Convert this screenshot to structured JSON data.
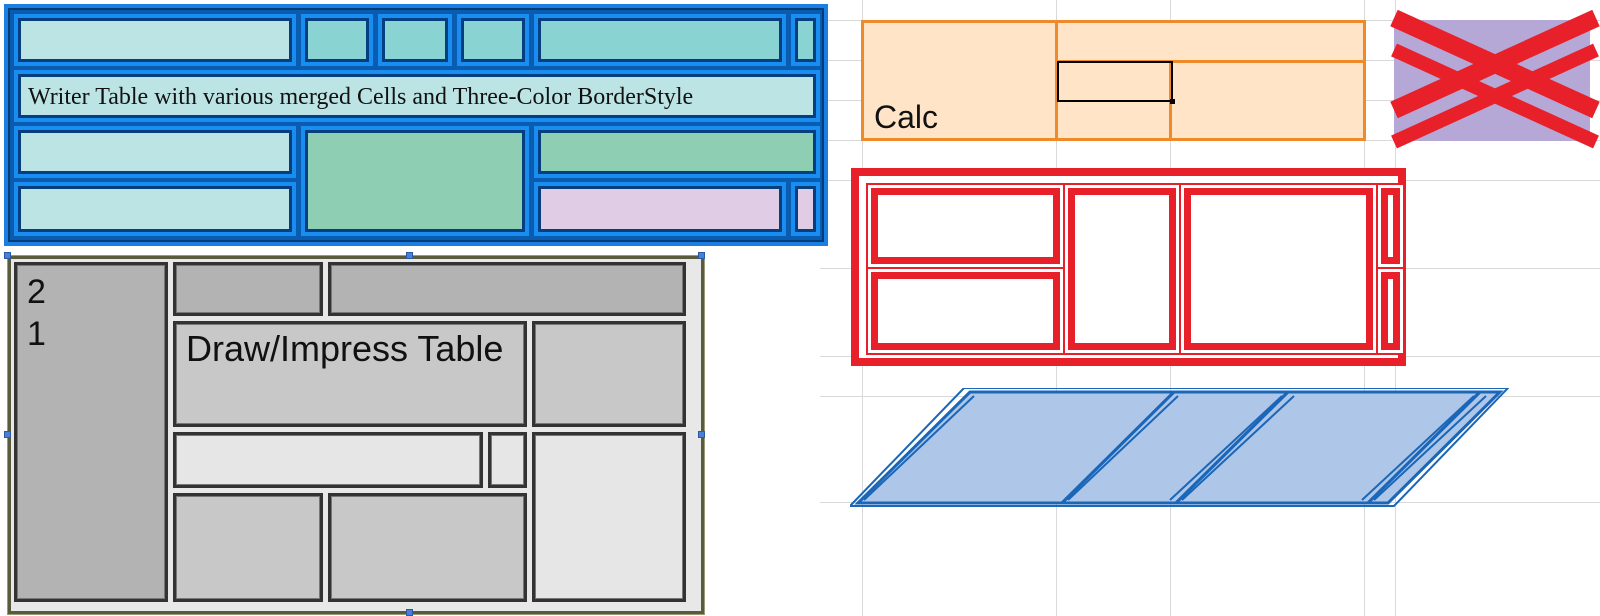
{
  "writer": {
    "label": "Writer Table with various merged Cells and Three-Color BorderStyle"
  },
  "draw": {
    "label": "Draw/Impress Table",
    "num_top": "2",
    "num_bottom": "1"
  },
  "calc": {
    "label": "Calc"
  },
  "colors": {
    "writer_border": "#1a7fe0",
    "cell_light": "#bde4e4",
    "cell_teal": "#8ad3d3",
    "cell_green": "#8ecfb4",
    "cell_lilac": "#e0cce4",
    "draw_border": "#333333",
    "calc_fill": "#ffe4c8",
    "calc_border": "#ef8a2a",
    "red_border": "#e8202a",
    "cross_fill": "#b6a8d6",
    "skew_fill": "#aec6e8",
    "skew_border": "#1a66b8"
  },
  "icons": {
    "cross": "red-x-icon"
  }
}
